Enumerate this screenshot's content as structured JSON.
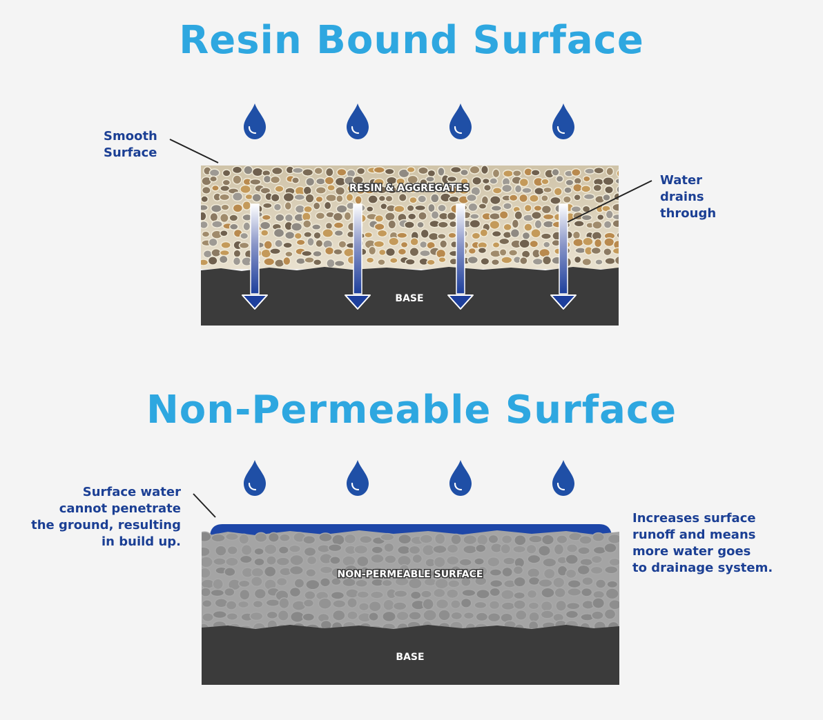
{
  "resin_section": {
    "title": "Resin Bound Surface",
    "label_smooth": "Smooth\nSurface",
    "label_drains": "Water\ndrains\nthrough",
    "layer_top": "RESIN & AGGREGATES",
    "layer_base": "BASE"
  },
  "nonperm_section": {
    "title": "Non-Permeable Surface",
    "label_left": "Surface water\ncannot penetrate\nthe ground, resulting\nin build up.",
    "label_right": "Increases surface\nrunoff and means\nmore water goes\nto drainage system.",
    "layer_top": "NON-PERMEABLE SURFACE",
    "layer_base": "BASE"
  },
  "icons": {
    "drop": "water-drop-icon",
    "arrow": "down-arrow-icon"
  },
  "colors": {
    "title": "#2ea7e0",
    "label": "#1b3f94",
    "drop": "#1f4fa6",
    "base": "#3b3b3b",
    "water_layer": "#1d46a8"
  }
}
